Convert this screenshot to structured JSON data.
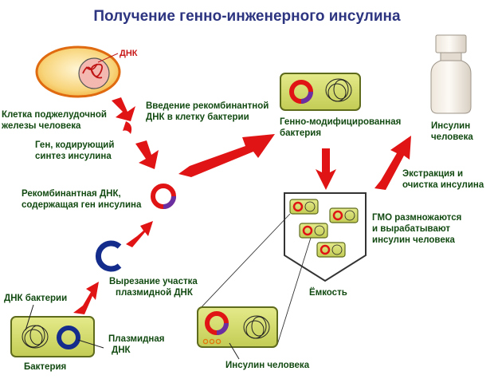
{
  "title": "Получение генно-инженерного инсулина",
  "labels": {
    "dna_top": "ДНК",
    "pancreas_cell_1": "Клетка поджелудочной",
    "pancreas_cell_2": "железы человека",
    "gene_1": "Ген, кодирующий",
    "gene_2": "синтез инсулина",
    "recombinant_1": "Рекомбинантная ДНК,",
    "recombinant_2": "содержащая ген инсулина",
    "introduction_1": "Введение рекомбинантной",
    "introduction_2": "ДНК в клетку бактерии",
    "gmo_bacterium_1": "Генно-модифицированная",
    "gmo_bacterium_2": "бактерия",
    "insulin_vial_1": "Инсулин",
    "insulin_vial_2": "человека",
    "extraction_1": "Экстракция и",
    "extraction_2": "очистка инсулина",
    "gmo_multiply_1": "ГМО размножаются",
    "gmo_multiply_2": "и вырабатывают",
    "gmo_multiply_3": "инсулин человека",
    "cutting_1": "Вырезание участка",
    "cutting_2": "плазмидной ДНК",
    "bacterial_dna": "ДНК бактерии",
    "plasmid_1": "Плазмидная",
    "plasmid_2": "ДНК",
    "bacterium": "Бактерия",
    "tank": "Ёмкость",
    "human_insulin": "Инсулин человека"
  },
  "colors": {
    "title": "#2d3580",
    "label": "#124a12",
    "arrow": "#e01414",
    "plasmid": "#142c8c",
    "insert": "#6a2fa0",
    "cell_fill": "#d6de72",
    "cell_border": "#5e6a1c",
    "pancreas_fill": "#f6d27a",
    "pancreas_border": "#e06010"
  },
  "icons": [
    "pancreas-cell-icon",
    "bacterium-icon",
    "plasmid-icon",
    "recombinant-plasmid-icon",
    "gmo-bacterium-icon",
    "fermenter-tank-icon",
    "insulin-vial-icon",
    "red-arrow-icon"
  ]
}
